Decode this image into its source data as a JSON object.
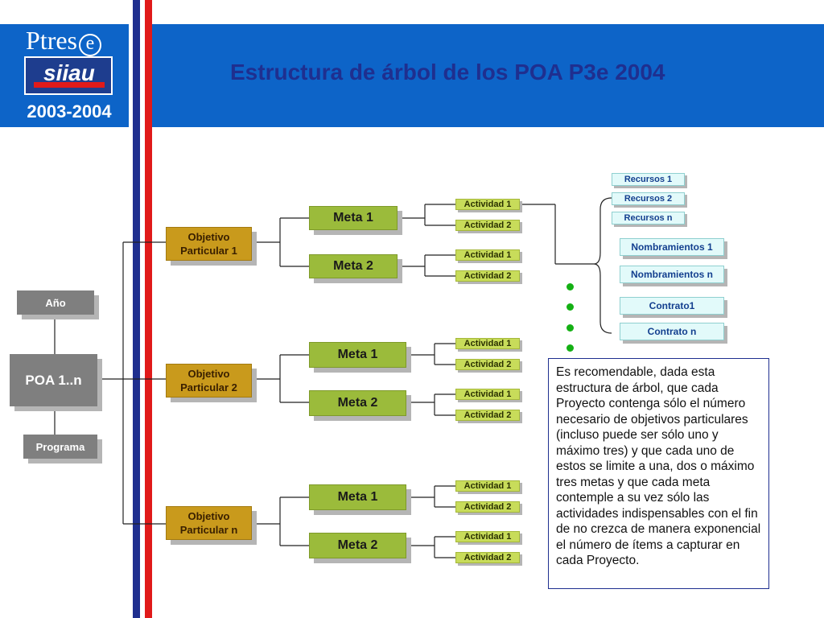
{
  "header": {
    "title": "Estructura de árbol de los POA P3e 2004",
    "logo_top": "Ptres",
    "logo_top_e": "e",
    "logo_mid": "siiau",
    "years": "2003-2004"
  },
  "colors": {
    "header_bg": "#0d64c8",
    "stripe_blue": "#1f2f8f",
    "stripe_red": "#e01a1a",
    "title_color": "#1f2f8f",
    "gray_box": "#7f7f7f",
    "objetivo_box": "#c99a1c",
    "meta_box": "#9bbb3b",
    "actividad_box": "#c8dc5a",
    "recurso_box": "#e2fafa",
    "dots": "#14b014"
  },
  "tree": {
    "ano": "Año",
    "poa": "POA 1..n",
    "programa": "Programa",
    "objetivos": [
      {
        "label": "Objetivo Particular 1",
        "metas": [
          {
            "label": "Meta 1",
            "actividades": [
              "Actividad 1",
              "Actividad 2"
            ]
          },
          {
            "label": "Meta 2",
            "actividades": [
              "Actividad 1",
              "Actividad 2"
            ]
          }
        ]
      },
      {
        "label": "Objetivo Particular 2",
        "metas": [
          {
            "label": "Meta 1",
            "actividades": [
              "Actividad 1",
              "Actividad 2"
            ]
          },
          {
            "label": "Meta 2",
            "actividades": [
              "Actividad 1",
              "Actividad 2"
            ]
          }
        ]
      },
      {
        "label": "Objetivo Particular n",
        "metas": [
          {
            "label": "Meta 1",
            "actividades": [
              "Actividad 1",
              "Actividad 2"
            ]
          },
          {
            "label": "Meta 2",
            "actividades": [
              "Actividad 1",
              "Actividad 2"
            ]
          }
        ]
      }
    ],
    "recursos": [
      "Recursos 1",
      "Recursos 2",
      "Recursos n"
    ],
    "nombramientos": [
      "Nombramientos 1",
      "Nombramientos n"
    ],
    "contratos": [
      "Contrato1",
      "Contrato n"
    ]
  },
  "note": "Es recomendable, dada esta estructura de árbol, que cada Proyecto contenga sólo el número necesario de objetivos particulares (incluso puede ser sólo uno y máximo tres) y que cada uno de estos se limite a una, dos o máximo tres metas y que cada meta contemple a su vez sólo las actividades indispensables con el fin de no crezca de manera exponencial el número de ítems a capturar en cada Proyecto."
}
